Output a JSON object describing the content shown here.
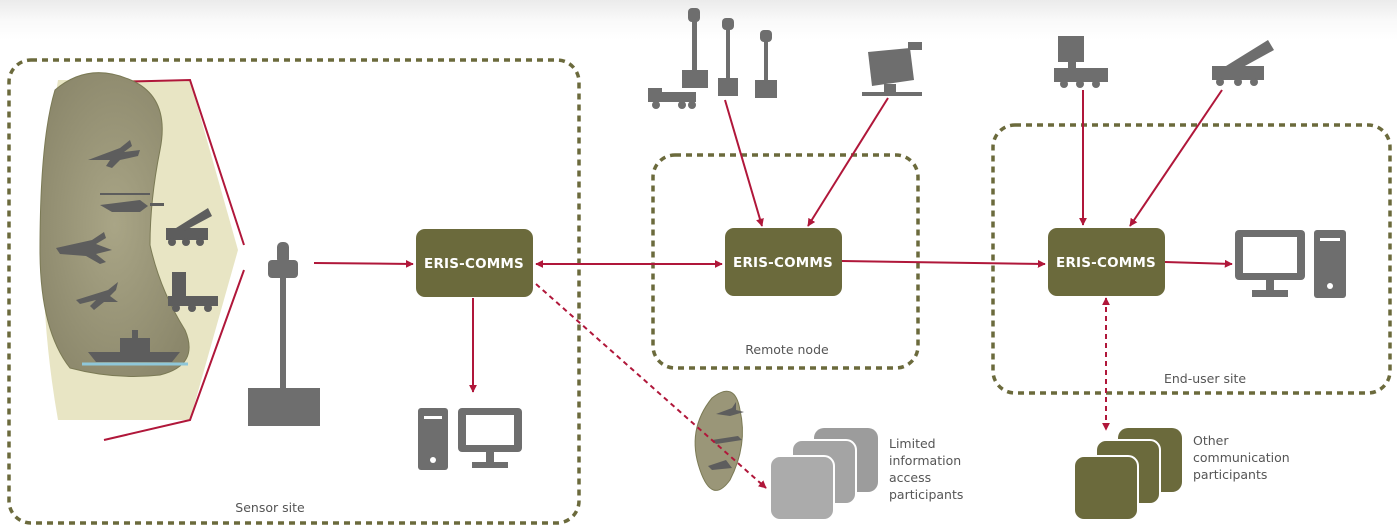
{
  "zones": {
    "sensor_site": "Sensor site",
    "remote_node": "Remote node",
    "end_user_site": "End-user site"
  },
  "nodes": {
    "sensor": "ERIS-COMMS",
    "remote": "ERIS-COMMS",
    "end_user": "ERIS-COMMS"
  },
  "participants": {
    "limited": [
      "Limited",
      "information",
      "access",
      "participants"
    ],
    "other": [
      "Other",
      "communication",
      "participants"
    ]
  },
  "colors": {
    "node_fill": "#6b6a3c",
    "arrow": "#b0173a",
    "zone_border": "#6b6a3c",
    "coverage_fill": "#e8e5c4",
    "icon_gray": "#6e6e6e"
  },
  "icons": [
    "aircraft-icon",
    "helicopter-icon",
    "rocket-launcher-icon",
    "radar-truck-icon",
    "drone-icon",
    "warship-icon",
    "antenna-mast-icon",
    "computer-icon",
    "radar-icon",
    "truck-icon"
  ]
}
